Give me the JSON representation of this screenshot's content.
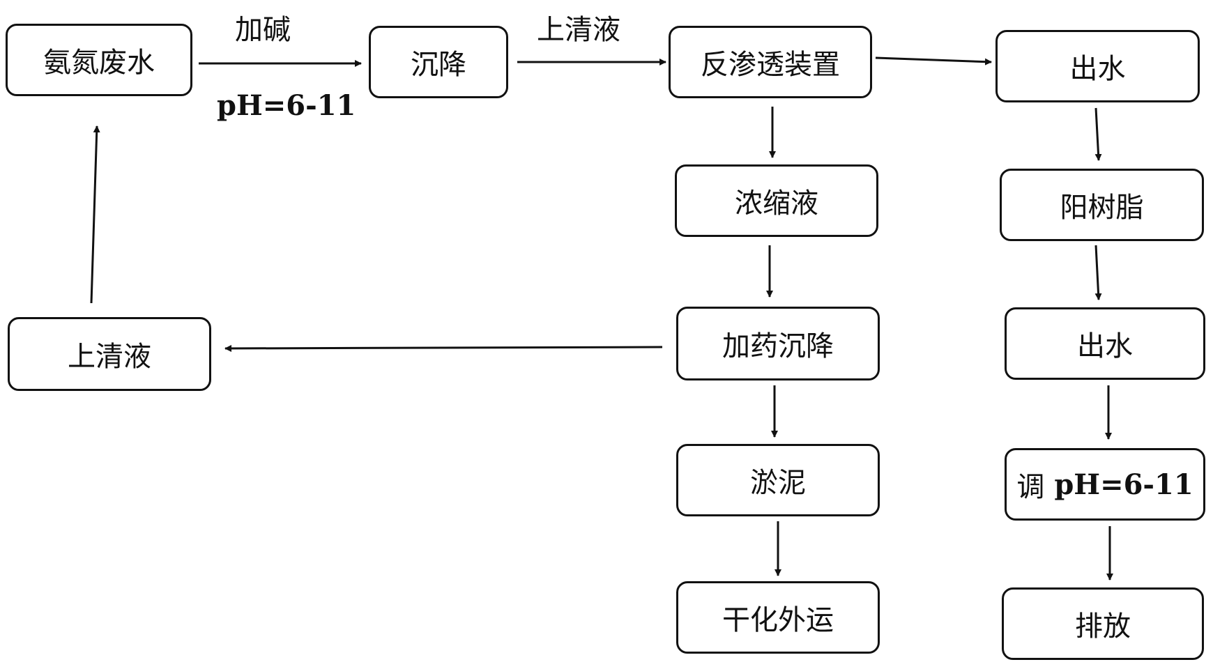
{
  "nodes": {
    "wastewater": "氨氮废水",
    "settle1": "沉降",
    "ro": "反渗透装置",
    "outwater1": "出水",
    "concentrate": "浓缩液",
    "cation_resin": "阳树脂",
    "dosing_settle": "加药沉降",
    "outwater2": "出水",
    "supernatant_return": "上清液",
    "sludge": "淤泥",
    "adjust_ph_prefix": "调",
    "adjust_ph_value": "pH=6-11",
    "dry_transport": "干化外运",
    "discharge": "排放"
  },
  "edge_labels": {
    "add_alkali": "加碱",
    "ph_range": "pH=6-11",
    "supernatant": "上清液"
  }
}
